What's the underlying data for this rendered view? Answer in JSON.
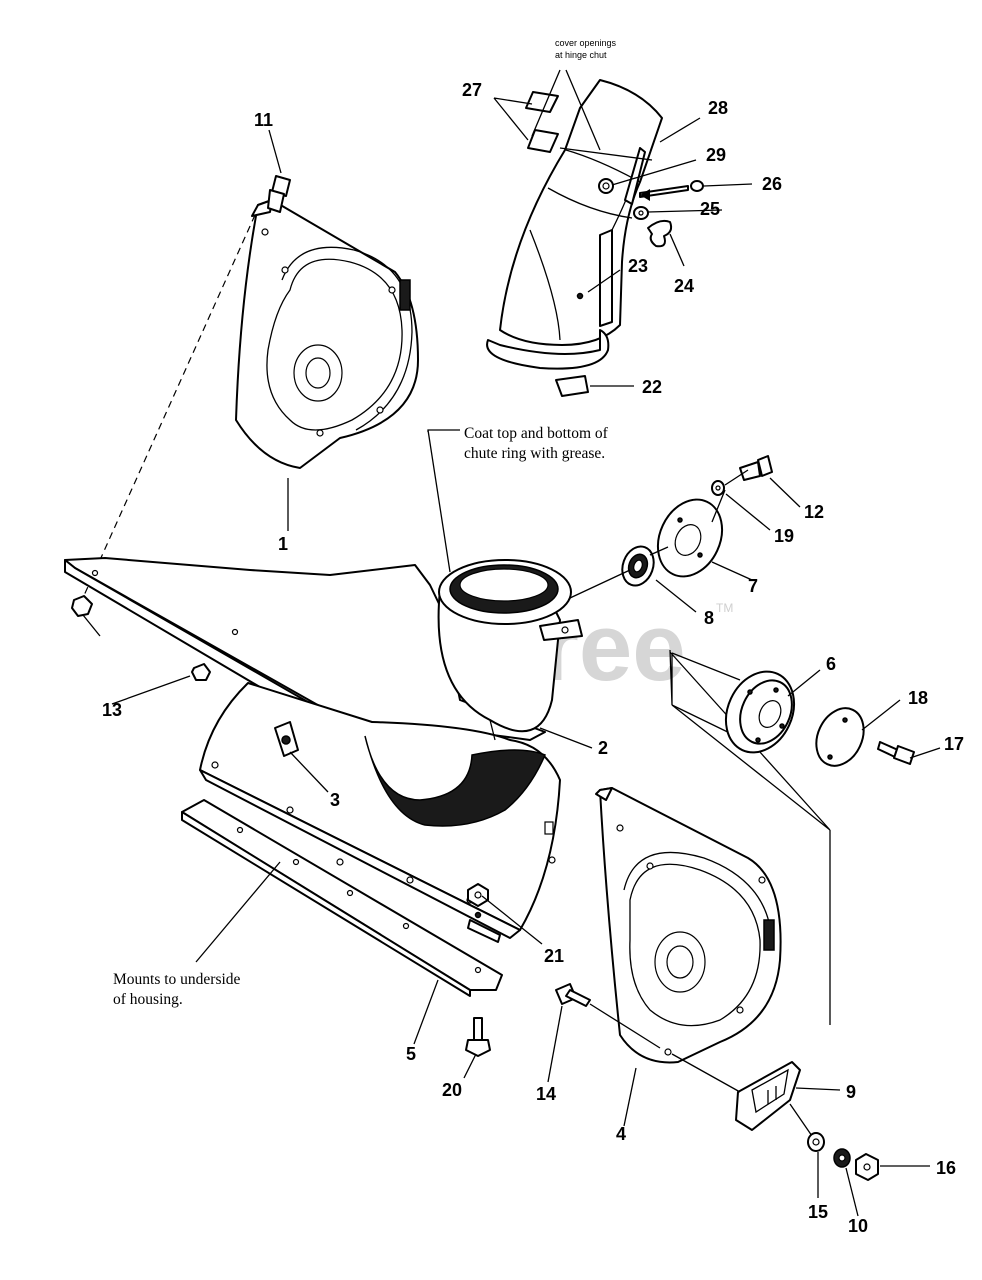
{
  "watermark": {
    "text": "PartsTree",
    "tm": "TM"
  },
  "notes": {
    "cover_openings_1": "cover openings",
    "cover_openings_2": "at hinge chut",
    "grease_1": "Coat top and bottom of",
    "grease_2": "chute ring with grease.",
    "mounts_1": "Mounts to underside",
    "mounts_2": "of housing."
  },
  "callouts": {
    "c1": "1",
    "c2": "2",
    "c3": "3",
    "c4": "4",
    "c5": "5",
    "c6": "6",
    "c7": "7",
    "c8": "8",
    "c9": "9",
    "c10": "10",
    "c11": "11",
    "c12": "12",
    "c13": "13",
    "c14": "14",
    "c15": "15",
    "c16": "16",
    "c17": "17",
    "c18": "18",
    "c19": "19",
    "c20": "20",
    "c21": "21",
    "c22": "22",
    "c23": "23",
    "c24": "24",
    "c25": "25",
    "c26": "26",
    "c27": "27",
    "c28": "28",
    "c29": "29"
  }
}
